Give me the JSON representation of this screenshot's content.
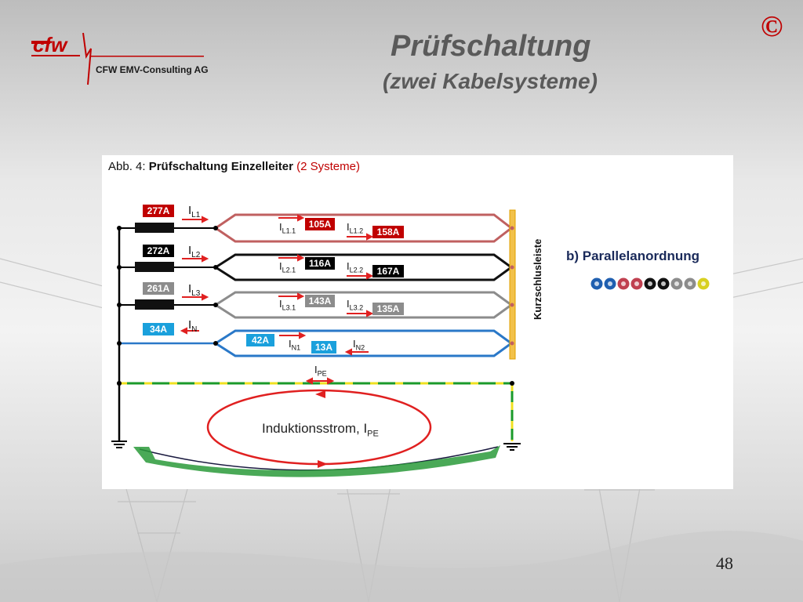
{
  "header": {
    "logo_text": "CFW EMV-Consulting AG",
    "title": "Prüfschaltung",
    "subtitle": "(zwei Kabelsysteme)",
    "copyright_symbol": "©",
    "page_number": "48"
  },
  "figure": {
    "caption_prefix": "Abb. 4: ",
    "caption_bold": "Prüfschaltung Einzelleiter",
    "caption_red": " (2 Systeme)",
    "busbar_label": "Kurzschlusleiste",
    "parallel_label": "b)  Parallelanordnung",
    "induction_label": "Induktionsstrom, I",
    "induction_sub": "PE",
    "pe_label": "I",
    "pe_sub": "PE",
    "phases": [
      {
        "name": "L1",
        "total": "277A",
        "label": "I",
        "sub": "L1",
        "branch1_label": "I",
        "branch1_sub": "L1.1",
        "branch1_value": "105A",
        "branch2_label": "I",
        "branch2_sub": "L1.2",
        "branch2_value": "158A",
        "color": "#c00000",
        "line_color": "#c06060"
      },
      {
        "name": "L2",
        "total": "272A",
        "label": "I",
        "sub": "L2",
        "branch1_label": "I",
        "branch1_sub": "L2.1",
        "branch1_value": "116A",
        "branch2_label": "I",
        "branch2_sub": "L2.2",
        "branch2_value": "167A",
        "color": "#000000",
        "line_color": "#111111"
      },
      {
        "name": "L3",
        "total": "261A",
        "label": "I",
        "sub": "L3",
        "branch1_label": "I",
        "branch1_sub": "L3.1",
        "branch1_value": "143A",
        "branch2_label": "I",
        "branch2_sub": "L3.2",
        "branch2_value": "135A",
        "color": "#8c8c8c",
        "line_color": "#8c8c8c"
      },
      {
        "name": "N",
        "total": "34A",
        "label": "I",
        "sub": "N",
        "branch1_label": "I",
        "branch1_sub": "N1",
        "branch1_value": "42A",
        "branch2_label": "I",
        "branch2_sub": "N2",
        "branch2_value": "13A",
        "color": "#1aa0dc",
        "line_color": "#2a78c8"
      }
    ]
  }
}
